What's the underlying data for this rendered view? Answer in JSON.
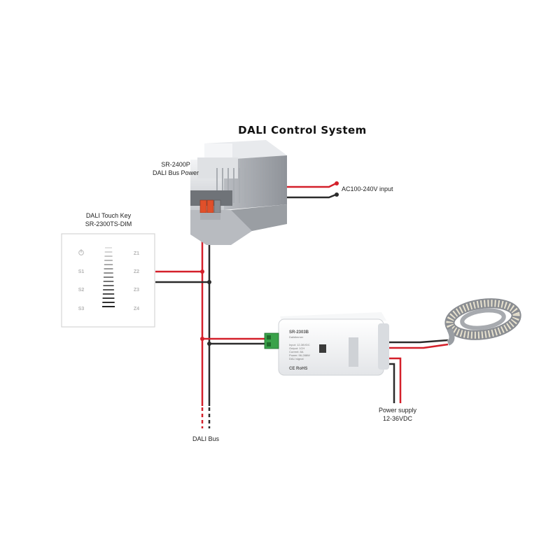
{
  "diagram": {
    "title": "DALI Control System",
    "power_unit": {
      "model": "SR-2400P",
      "description": "DALI Bus Power"
    },
    "ac_input": "AC100-240V input",
    "touch_key": {
      "name": "DALI Touch Key",
      "model": "SR-2300TS-DIM",
      "left_keys": [
        "S1",
        "S2",
        "S3"
      ],
      "right_keys": [
        "Z1",
        "Z2",
        "Z3",
        "Z4"
      ],
      "slider_segments": 15
    },
    "driver": {
      "model": "SR-2303B",
      "subtitle": "Dalidimmer",
      "cert": "CE RoHS",
      "spec_lines": [
        "Input: 12-36VDC",
        "Output: 1CH",
        "Current: 8A",
        "Power: 96-288W",
        "DALI signal"
      ]
    },
    "power_supply": {
      "label": "Power supply",
      "voltage": "12-36VDC"
    },
    "bus_label": "DALI Bus",
    "colors": {
      "positive_wire": "#d4202a",
      "negative_wire": "#2b2b2b",
      "terminal_green": "#3aa24a",
      "terminal_orange": "#e0502a"
    }
  }
}
